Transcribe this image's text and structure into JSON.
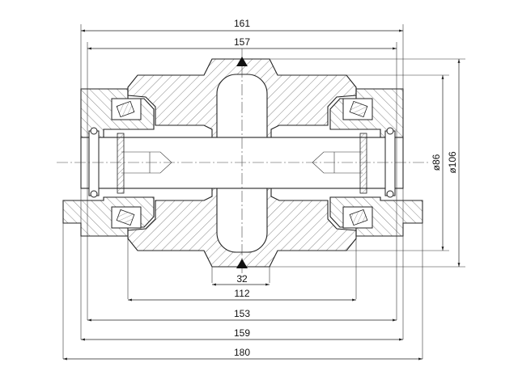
{
  "dimensions": {
    "horizontal": [
      {
        "id": "d161",
        "text": "161"
      },
      {
        "id": "d157",
        "text": "157"
      },
      {
        "id": "d32",
        "text": "32"
      },
      {
        "id": "d112",
        "text": "112"
      },
      {
        "id": "d153",
        "text": "153"
      },
      {
        "id": "d159",
        "text": "159"
      },
      {
        "id": "d180",
        "text": "180"
      }
    ],
    "diameter": [
      {
        "id": "dia86",
        "text": "ø86"
      },
      {
        "id": "dia106",
        "text": "ø106"
      }
    ]
  },
  "colors": {
    "line": "#222222",
    "hatch": "#555555",
    "background": "#ffffff"
  }
}
